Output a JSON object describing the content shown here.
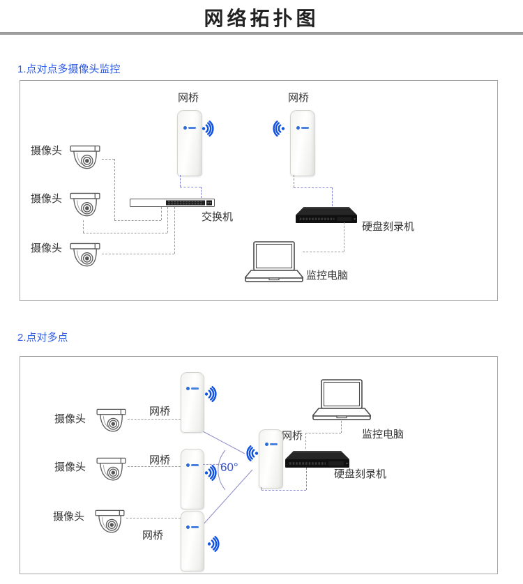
{
  "title": "网络拓扑图",
  "sections": {
    "s1": {
      "heading": "1.点对点多摄像头监控"
    },
    "s2": {
      "heading": "2.点对多点"
    }
  },
  "labels": {
    "bridge": "网桥",
    "camera": "摄像头",
    "switch": "交换机",
    "recorder": "硬盘刻录机",
    "monitor_pc": "监控电脑",
    "angle": "60°"
  },
  "colors": {
    "heading_blue": "#2e5be6",
    "wifi_blue": "#1152e0",
    "logo_blue": "#2a6bd8",
    "ray_purple": "#8d8dc8",
    "dash_blue": "#8282d4",
    "dash_gray": "#9b9b9b",
    "panel_border_gray": "#a5a5a5",
    "divider_gray": "#9e9e9e"
  }
}
